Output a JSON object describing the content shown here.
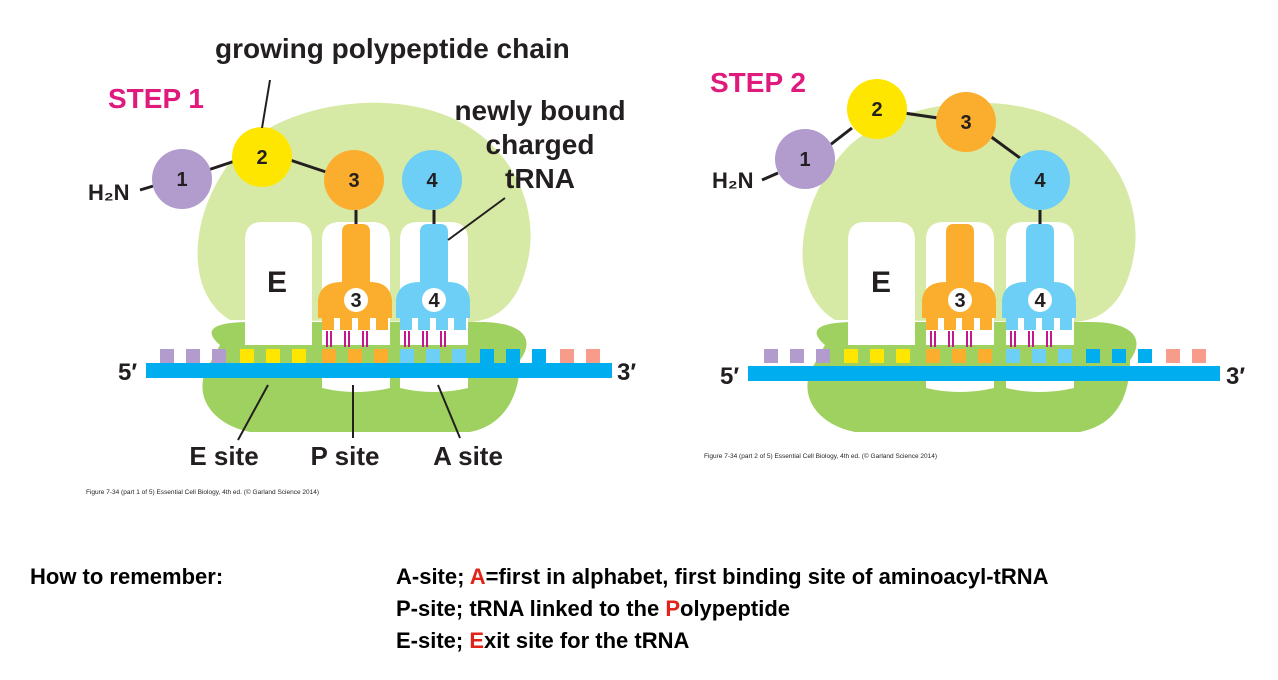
{
  "step1": {
    "title": "STEP 1",
    "label_chain": "growing polypeptide chain",
    "label_new_trna_line1": "newly bound",
    "label_new_trna_line2": "charged",
    "label_new_trna_line3": "tRNA",
    "amino": "H₂N",
    "residues": [
      "1",
      "2",
      "3",
      "4"
    ],
    "e_label": "E",
    "trna_numbers": [
      "3",
      "4"
    ],
    "five_prime": "5′",
    "three_prime": "3′",
    "sites": [
      "E site",
      "P site",
      "A site"
    ],
    "caption": "Figure 7-34 (part 1 of 5)  Essential Cell Biology, 4th ed. (© Garland Science 2014)"
  },
  "step2": {
    "title": "STEP 2",
    "amino": "H₂N",
    "residues": [
      "1",
      "2",
      "3",
      "4"
    ],
    "e_label": "E",
    "trna_numbers": [
      "3",
      "4"
    ],
    "five_prime": "5′",
    "three_prime": "3′",
    "caption": "Figure 7-34 (part 2 of 5)  Essential Cell Biology, 4th ed. (© Garland Science 2014)"
  },
  "colors": {
    "step_title": "#e0197d",
    "residue1": "#b19ccd",
    "residue2": "#ffe600",
    "residue3": "#fbae2d",
    "residue4": "#6dcff6",
    "large_subunit": "#d7eaa5",
    "small_subunit": "#9ed15f",
    "mrna": "#00aeef",
    "highlight_red": "#e2231a"
  },
  "legend": {
    "heading": "How to remember:",
    "line1_pre": "A-site; ",
    "line1_letter": "A",
    "line1_post": "=first in alphabet, first binding site of aminoacyl-tRNA",
    "line2_pre": "P-site; tRNA linked to the ",
    "line2_letter": "P",
    "line2_post": "olypeptide",
    "line3_pre": "E-site; ",
    "line3_letter": "E",
    "line3_post": "xit site for the tRNA"
  }
}
